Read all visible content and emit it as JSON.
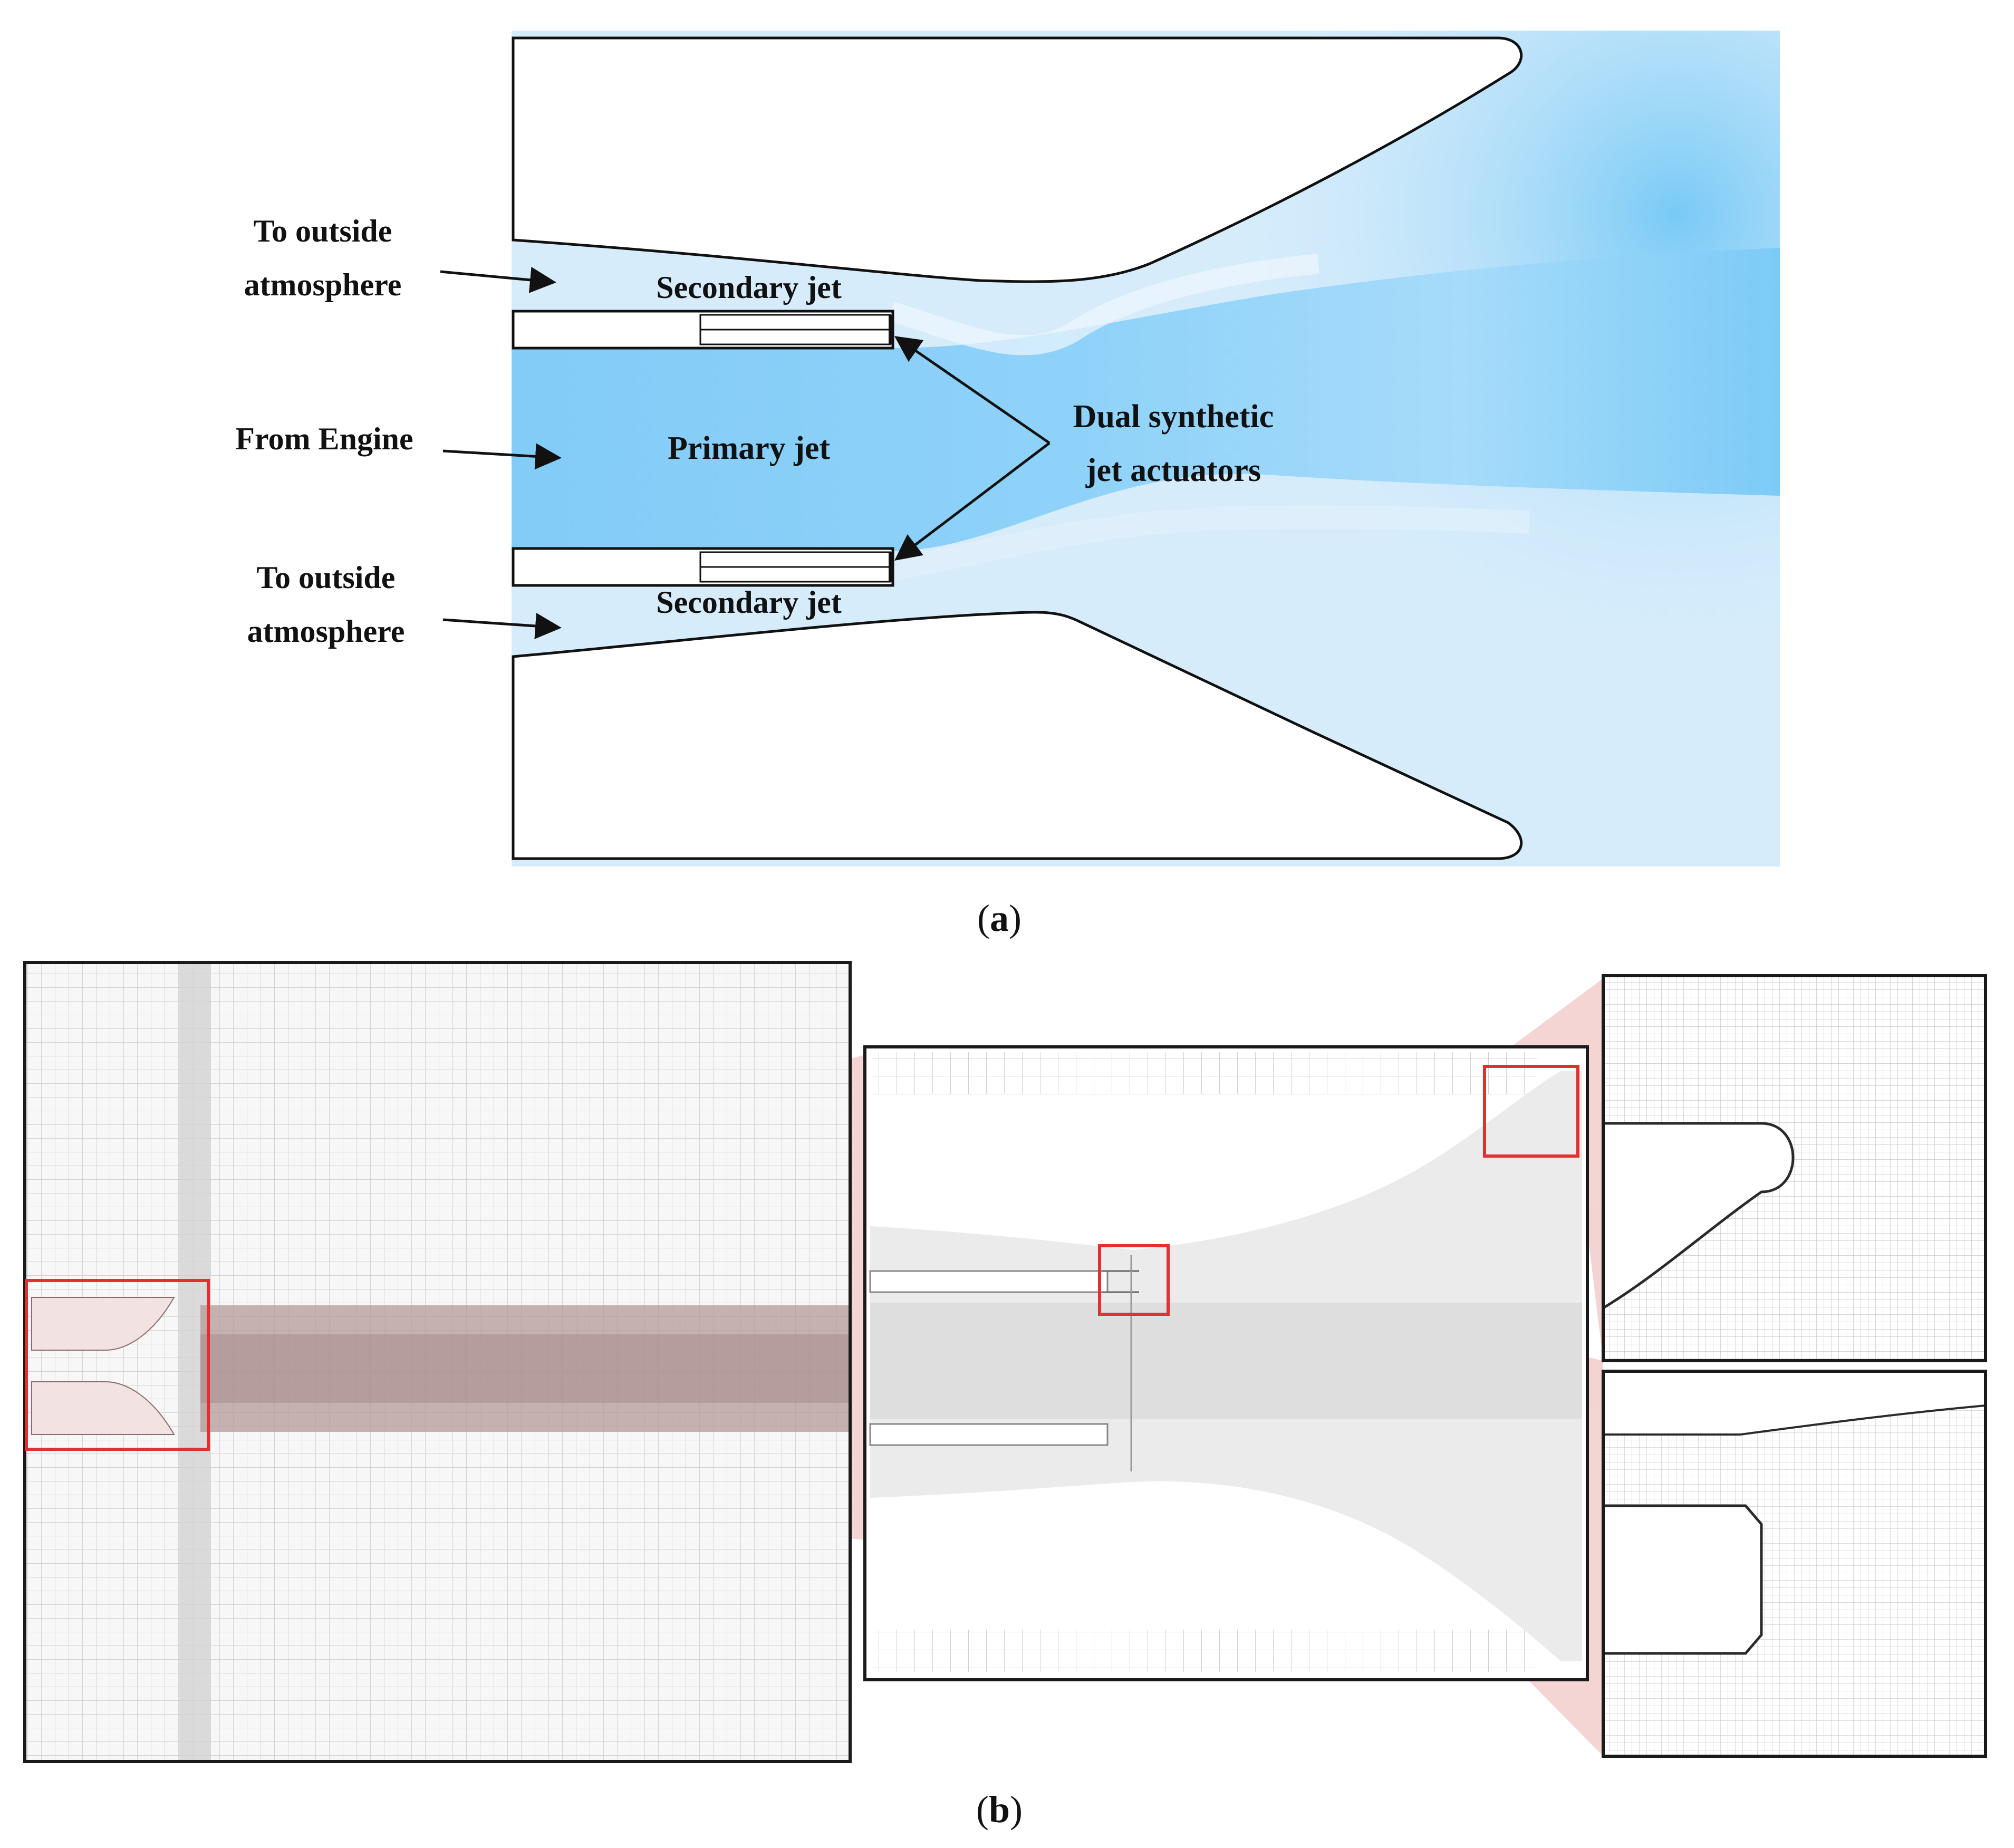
{
  "panel_a": {
    "labels": {
      "to_outside_top_line1": "To outside",
      "to_outside_top_line2": "atmosphere",
      "secondary_jet_top": "Secondary jet",
      "from_engine": "From Engine",
      "primary_jet": "Primary jet",
      "actuators_line1": "Dual synthetic",
      "actuators_line2": "jet actuators",
      "to_outside_bottom_line1": "To outside",
      "to_outside_bottom_line2": "atmosphere",
      "secondary_jet_bottom": "Secondary jet"
    },
    "caption": {
      "open": "(",
      "letter": "a",
      "close": ")"
    },
    "colors": {
      "jet_core": "#82ccf8",
      "jet_light": "#d6ecfb",
      "wall_stroke": "#111111"
    }
  },
  "panel_b": {
    "caption": {
      "open": "(",
      "letter": "b",
      "close": ")"
    },
    "colors": {
      "zoom_box": "#e03030",
      "zoom_cone": "#e8a0a0",
      "mesh_line": "#b8b8b8",
      "frame": "#1a1a1a"
    }
  }
}
